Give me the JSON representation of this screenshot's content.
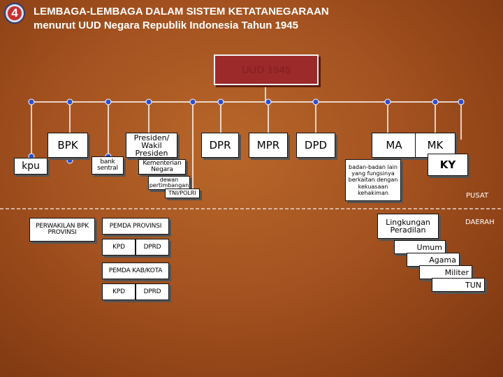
{
  "header": {
    "badge": "4",
    "title_line1": "LEMBAGA-LEMBAGA DALAM SISTEM  KETATANEGARAAN",
    "title_line2": "menurut UUD Negara Republik Indonesia Tahun 1945"
  },
  "nodes": {
    "uud": "UUD 1945",
    "bpk": "BPK",
    "kpu": "kpu",
    "bank_sentral": "bank sentral",
    "presiden": "Presiden/ Wakil Presiden",
    "kementerian": "Kementerian Negara",
    "dewan_pertimbangan": "dewan pertimbangan",
    "tni_polri": "TNI/POLRI",
    "dpr": "DPR",
    "mpr": "MPR",
    "dpd": "DPD",
    "ma": "MA",
    "mk": "MK",
    "ky": "KY",
    "badan_lain": "badan-badan lain yang fungsinya berkaitan dengan kekuasaan kehakiman",
    "perwakilan_bpk": "PERWAKILAN BPK PROVINSI",
    "pemda_provinsi": "PEMDA PROVINSI",
    "kpd_prov": "KPD",
    "dprd_prov": "DPRD",
    "pemda_kab": "PEMDA KAB/KOTA",
    "kpd_kab": "KPD",
    "dprd_kab": "DPRD",
    "lingkungan_peradilan": "Lingkungan Peradilan",
    "umum": "Umum",
    "agama": "Agama",
    "militer": "Militer",
    "tun": "TUN"
  },
  "labels": {
    "pusat": "PUSAT",
    "daerah": "DAERAH"
  },
  "colors": {
    "background": "#a45220",
    "uud_box": "#9c2a2a",
    "uud_text": "#8a2121",
    "connector_dot": "#2a4fd0",
    "line": "#ffffff"
  }
}
